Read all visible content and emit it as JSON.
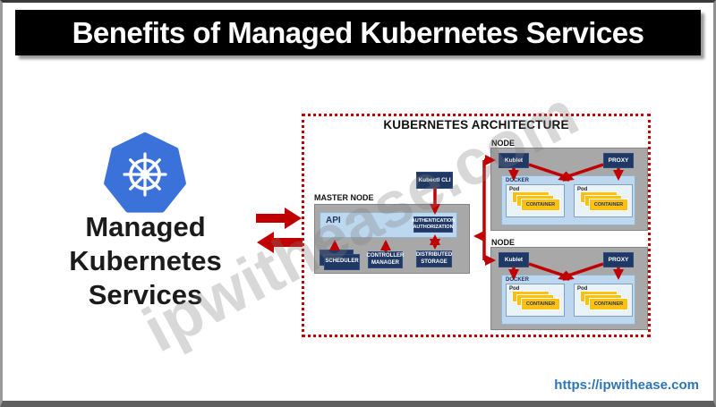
{
  "header": {
    "title": "Benefits of Managed Kubernetes Services"
  },
  "left_panel": {
    "logo": "kubernetes-logo",
    "caption_lines": [
      "Managed",
      "Kubernetes",
      "Services"
    ]
  },
  "architecture": {
    "title": "KUBERNETES ARCHITECTURE",
    "master_node": {
      "label": "MASTER NODE",
      "api": "API",
      "kubectl_cli": "Kubectl CLI",
      "auth_line1": "AUTHENTICATION",
      "auth_line2": "AUTHORIZATION",
      "scheduler": "SCHEDULER",
      "controller_line1": "CONTROLLER",
      "controller_line2": "MANAGER",
      "storage_line1": "DISTRIBUTED",
      "storage_line2": "STORAGE"
    },
    "nodes": [
      {
        "label": "NODE",
        "kublet": "Kublet",
        "proxy": "PROXY",
        "docker": "DOCKER",
        "pods": [
          {
            "label": "Pod",
            "container": "CONTAINER"
          },
          {
            "label": "Pod",
            "container": "CONTAINER"
          }
        ]
      },
      {
        "label": "NODE",
        "kublet": "Kublet",
        "proxy": "PROXY",
        "docker": "DOCKER",
        "pods": [
          {
            "label": "Pod",
            "container": "CONTAINER"
          },
          {
            "label": "Pod",
            "container": "CONTAINER"
          }
        ]
      }
    ]
  },
  "watermark": "ipwithease.com",
  "footer": {
    "url": "https://ipwithease.com"
  },
  "colors": {
    "accent_red": "#C00000",
    "navy": "#1F3864",
    "light_blue": "#BDD7EE",
    "pod_bg": "#EBF3FA",
    "container_yellow": "#FFC010",
    "node_gray": "#A8A8A8",
    "logo_blue": "#3B72D9",
    "link_blue": "#2E75B6"
  }
}
